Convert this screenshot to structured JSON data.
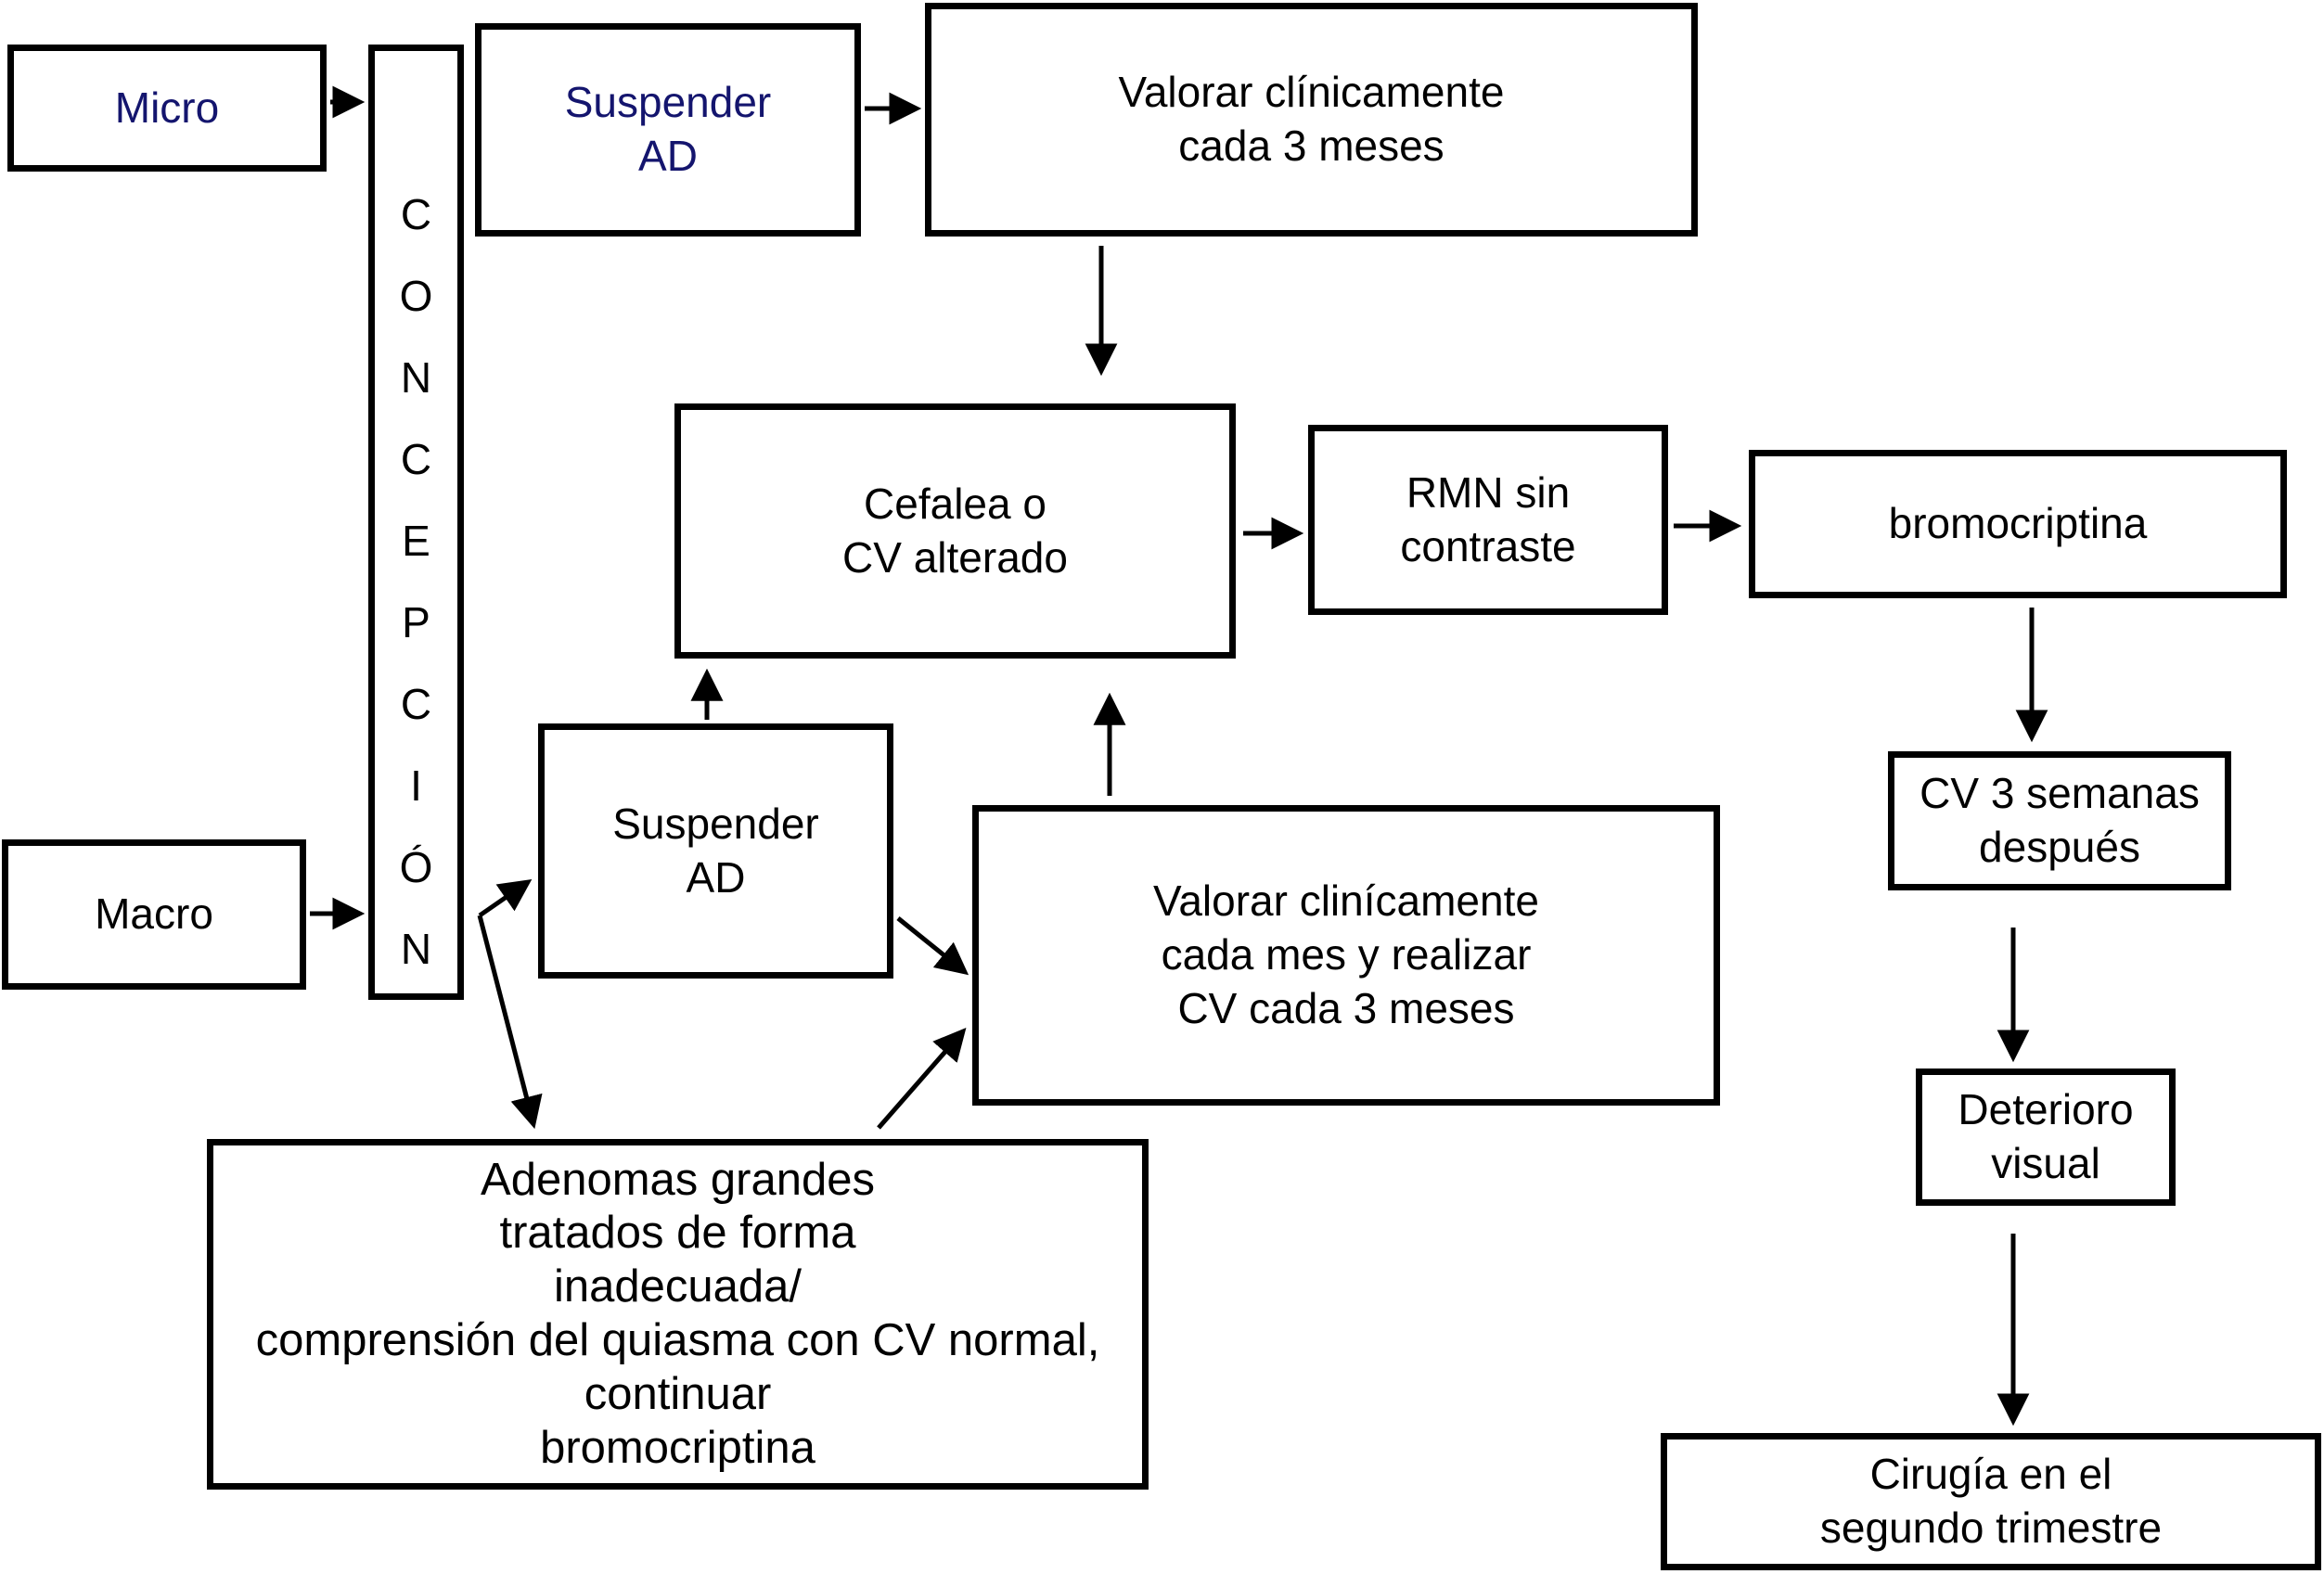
{
  "diagram": {
    "title_semantic": "Algoritmo de manejo del adenoma hipofisario durante el embarazo",
    "colors": {
      "background": "#FFFFFF",
      "border": "#000000",
      "text": "#000000",
      "accent_text_navy": "#14156E"
    },
    "nodes": {
      "micro": "Micro",
      "macro": "Macro",
      "concepcion": "CONCEPCIÓN",
      "suspender_ad_superior": "Suspender\nAD",
      "valorar_trimestral": "Valorar clínicamente\ncada 3 meses",
      "cefalea": "Cefalea o\nCV alterado",
      "rmn": "RMN sin\ncontraste",
      "bromocriptina": "bromocriptina",
      "cv_3_semanas": "CV 3 semanas\ndespués",
      "deterioro_visual": "Deterioro\nvisual",
      "cirugia": "Cirugía en el\nsegundo trimestre",
      "suspender_ad_medio": "Suspender\nAD",
      "valorar_mensual": "Valorar clinícamente\ncada mes y realizar\nCV cada 3 meses",
      "adenomas_grandes": "Adenomas grandes\ntratados de forma\ninadecuada/\ncomprensión del quiasma con CV normal,\ncontinuar\nbromocriptina"
    }
  }
}
